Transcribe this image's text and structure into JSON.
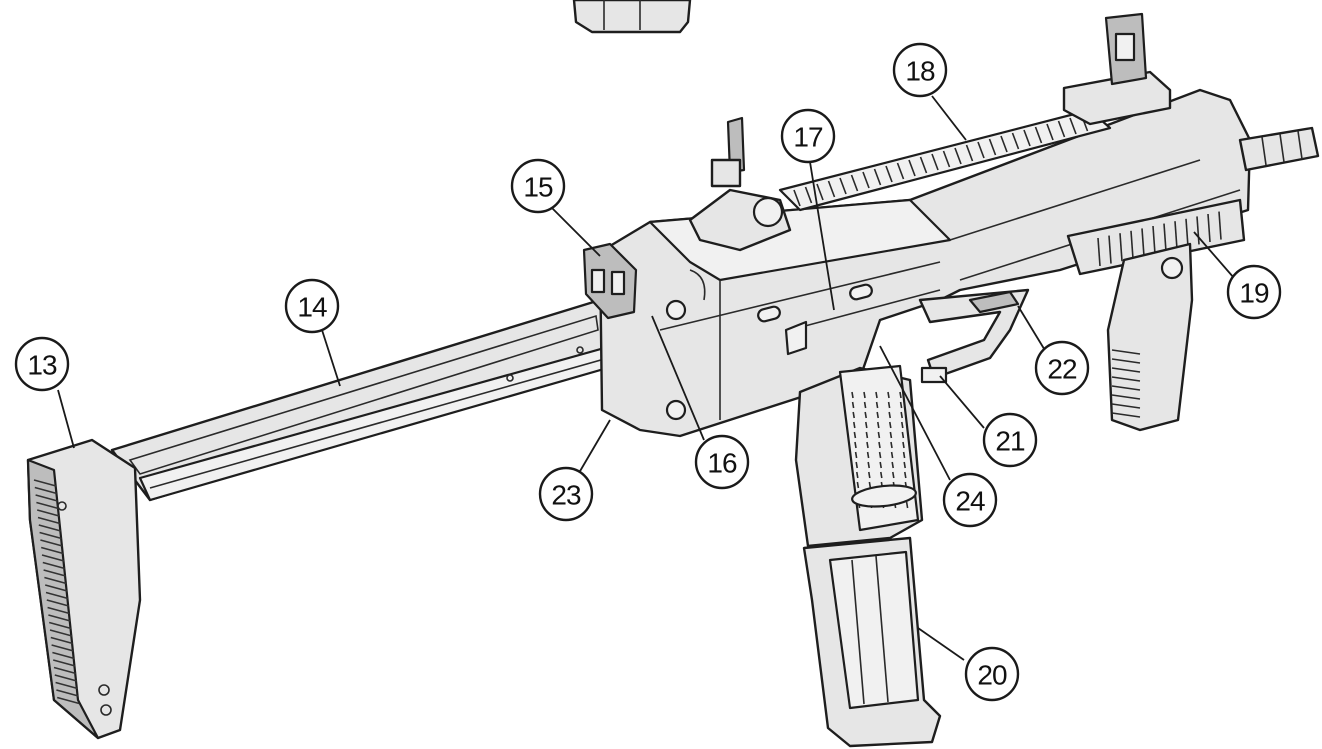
{
  "callouts": [
    {
      "id": "c13",
      "label": "13"
    },
    {
      "id": "c14",
      "label": "14"
    },
    {
      "id": "c15",
      "label": "15"
    },
    {
      "id": "c16",
      "label": "16"
    },
    {
      "id": "c17",
      "label": "17"
    },
    {
      "id": "c18",
      "label": "18"
    },
    {
      "id": "c19",
      "label": "19"
    },
    {
      "id": "c20",
      "label": "20"
    },
    {
      "id": "c21",
      "label": "21"
    },
    {
      "id": "c22",
      "label": "22"
    },
    {
      "id": "c23",
      "label": "23"
    },
    {
      "id": "c24",
      "label": "24"
    }
  ],
  "style": {
    "ink_color": "#1e1e1e",
    "fill_color": "#e6e6e6",
    "background": "#ffffff"
  }
}
